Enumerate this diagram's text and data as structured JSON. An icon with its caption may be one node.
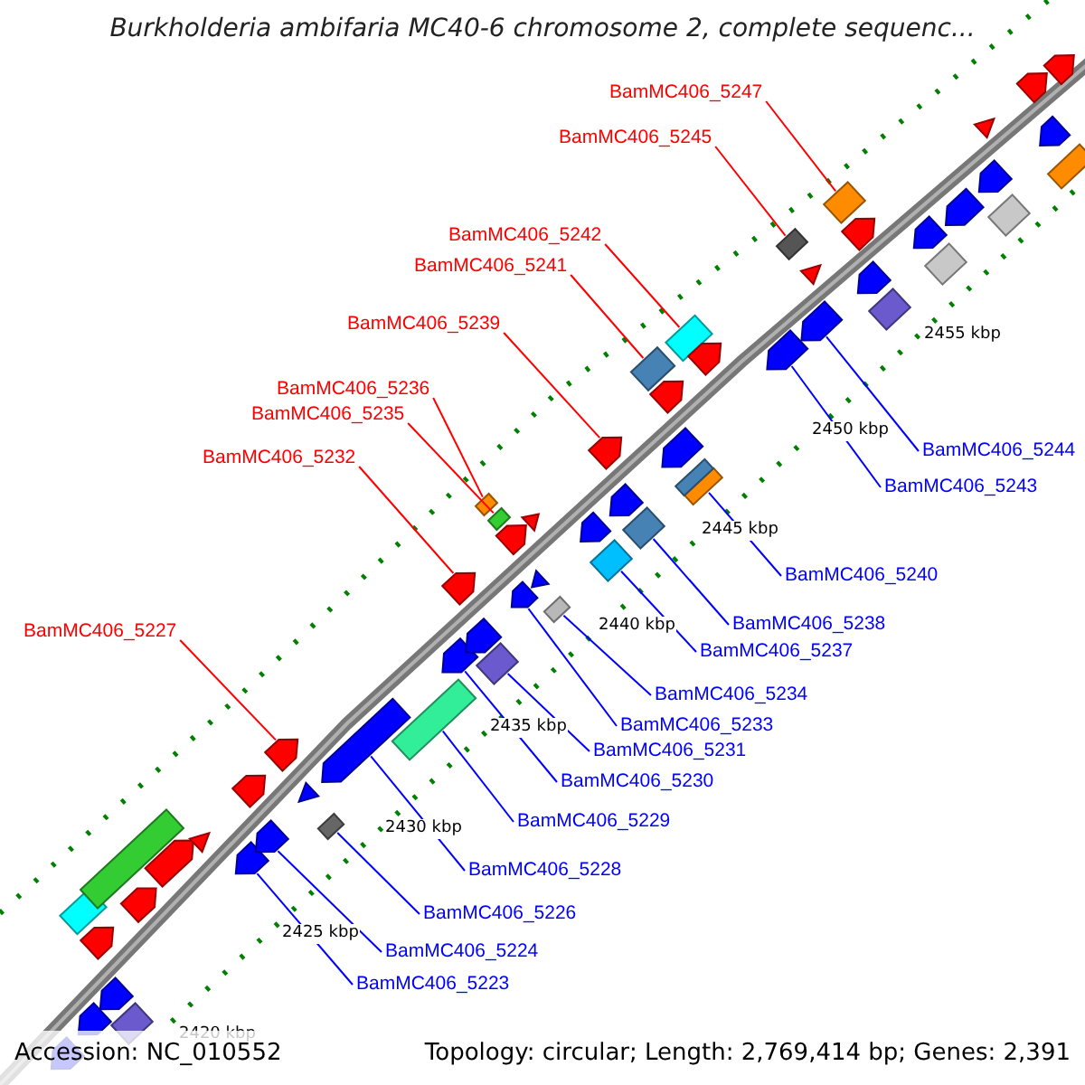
{
  "diagram": {
    "title": "Burkholderia ambifaria MC40-6 chromosome 2, complete sequenc...",
    "nodes": [
      {
        "text": [
          "BamMC406_5247"
        ]
      },
      {
        "text": [
          "BamMC406_5245"
        ]
      },
      {
        "text": [
          "BamMC406_5242"
        ]
      },
      {
        "text": [
          "BamMC406_5241"
        ]
      },
      {
        "text": [
          "BamMC406_5239"
        ]
      },
      {
        "text": [
          "BamMC406_5236"
        ]
      },
      {
        "text": [
          "BamMC406_5235"
        ]
      },
      {
        "text": [
          "BamMC406_5244"
        ]
      },
      {
        "text": [
          "BamMC406_5232"
        ]
      },
      {
        "text": [
          "BamMC406_5243"
        ]
      },
      {
        "text": [
          "BamMC406_5240"
        ]
      },
      {
        "text": [
          "BamMC406_5238"
        ]
      },
      {
        "text": [
          "BamMC406_5227"
        ]
      },
      {
        "text": [
          "BamMC406_5237"
        ]
      },
      {
        "text": [
          "BamMC406_5234"
        ]
      },
      {
        "text": [
          "BamMC406_5233"
        ]
      },
      {
        "text": [
          "BamMC406_5231"
        ]
      },
      {
        "text": [
          "BamMC406_5230"
        ]
      },
      {
        "text": [
          "BamMC406_5229"
        ]
      },
      {
        "text": [
          "BamMC406_5228"
        ]
      },
      {
        "text": [
          "BamMC406_5226"
        ]
      },
      {
        "text": [
          "BamMC406_5224"
        ]
      },
      {
        "text": [
          "BamMC406_5223"
        ]
      },
      {
        "text": [],
        "shape": "arrow"
      },
      {
        "text": [],
        "shape": "arrow"
      },
      {
        "text": [],
        "shape": "arrow"
      },
      {
        "text": [],
        "shape": "box"
      },
      {
        "text": [],
        "shape": "arrow"
      },
      {
        "text": [],
        "shape": "box"
      },
      {
        "text": [],
        "shape": "arrow"
      },
      {
        "text": [],
        "shape": "arrow"
      },
      {
        "text": [],
        "shape": "box"
      },
      {
        "text": [],
        "shape": "box"
      },
      {
        "text": [],
        "shape": "box"
      },
      {
        "text": [],
        "shape": "arrow"
      },
      {
        "text": [],
        "shape": "box"
      },
      {
        "text": [],
        "shape": "arrow"
      },
      {
        "text": [],
        "shape": "box"
      },
      {
        "text": [],
        "shape": "box"
      },
      {
        "text": [],
        "shape": "box"
      },
      {
        "text": [],
        "shape": "box"
      },
      {
        "text": [],
        "shape": "box"
      },
      {
        "text": [],
        "shape": "arrow"
      },
      {
        "text": [],
        "shape": "box"
      },
      {
        "text": [],
        "shape": "arrow"
      },
      {
        "text": [],
        "shape": "box"
      },
      {
        "text": [],
        "shape": "arrow"
      },
      {
        "text": [],
        "shape": "box"
      },
      {
        "text": [],
        "shape": "arrow"
      },
      {
        "text": [],
        "shape": "arrow"
      },
      {
        "text": [],
        "shape": "arrow"
      },
      {
        "text": [],
        "shape": "box"
      },
      {
        "text": [],
        "shape": "box"
      },
      {
        "text": [],
        "shape": "arrow"
      },
      {
        "text": [],
        "shape": "arrow"
      },
      {
        "text": [],
        "shape": "triangle"
      },
      {
        "text": [],
        "shape": "arrow"
      },
      {
        "text": [],
        "shape": "triangle"
      },
      {
        "text": [],
        "shape": "arrow"
      },
      {
        "text": [],
        "shape": "arrow"
      },
      {
        "text": [],
        "shape": "triangle"
      },
      {
        "text": [],
        "shape": "triangle"
      },
      {
        "text": [],
        "shape": "arrow"
      },
      {
        "text": [],
        "shape": "arrow"
      },
      {
        "text": [],
        "shape": "arrow"
      },
      {
        "text": [],
        "shape": "arrow"
      },
      {
        "text": [],
        "shape": "box"
      },
      {
        "text": [],
        "shape": "arrow"
      },
      {
        "text": [],
        "shape": "triangle"
      },
      {
        "text": [],
        "shape": "arrow"
      },
      {
        "text": [],
        "shape": "arrow"
      },
      {
        "text": [],
        "shape": "box"
      },
      {
        "text": [],
        "shape": "arrow"
      },
      {
        "text": [],
        "shape": "box"
      },
      {
        "text": [],
        "shape": "arrow"
      },
      {
        "text": [],
        "shape": "triangle"
      },
      {
        "text": [],
        "shape": "arrow"
      },
      {
        "text": [],
        "shape": "box"
      },
      {
        "text": [],
        "shape": "arrow"
      },
      {
        "text": [],
        "shape": "arrow"
      },
      {
        "text": [],
        "shape": "arrow"
      },
      {
        "text": [],
        "shape": "box"
      }
    ],
    "edges": [
      {
        "from": 0,
        "to": 45,
        "arrow": "none",
        "color": "#ff0000"
      },
      {
        "from": 1,
        "to": 43,
        "arrow": "none",
        "color": "#ff0000"
      },
      {
        "from": 2,
        "to": 40,
        "arrow": "none",
        "color": "#ff0000"
      },
      {
        "from": 3,
        "to": 39,
        "arrow": "none",
        "color": "#ff0000"
      },
      {
        "from": 4,
        "to": 36,
        "arrow": "none",
        "color": "#ff0000"
      },
      {
        "from": 5,
        "to": 31,
        "arrow": "none",
        "color": "#ff0000"
      },
      {
        "from": 6,
        "to": 33,
        "arrow": "none",
        "color": "#ff0000"
      },
      {
        "from": 7,
        "to": 44,
        "arrow": "none"
      },
      {
        "from": 8,
        "to": 29,
        "arrow": "none",
        "color": "#ff0000"
      },
      {
        "from": 9,
        "to": 42,
        "arrow": "none"
      },
      {
        "from": 10,
        "to": 41,
        "arrow": "none"
      },
      {
        "from": 11,
        "to": 38,
        "arrow": "none"
      },
      {
        "from": 12,
        "to": 25,
        "arrow": "none",
        "color": "#ff0000"
      },
      {
        "from": 13,
        "to": 37,
        "arrow": "none"
      },
      {
        "from": 14,
        "to": 35,
        "arrow": "none"
      },
      {
        "from": 15,
        "to": 34,
        "arrow": "none"
      },
      {
        "from": 16,
        "to": 32,
        "arrow": "none"
      },
      {
        "from": 17,
        "to": 30,
        "arrow": "none"
      },
      {
        "from": 18,
        "to": 28,
        "arrow": "none"
      },
      {
        "from": 19,
        "to": 27,
        "arrow": "none"
      },
      {
        "from": 20,
        "to": 26,
        "arrow": "none"
      },
      {
        "from": 21,
        "to": 24,
        "arrow": "none"
      },
      {
        "from": 22,
        "to": 23,
        "arrow": "none"
      }
    ],
    "labels": [
      "2455 kbp",
      "2450 kbp",
      "2445 kbp",
      "2440 kbp",
      "2435 kbp",
      "2430 kbp",
      "2425 kbp",
      "2420 kbp",
      "Accession: NC_010552",
      "Topology: circular; Length: 2,769,414 bp; Genes: 2,391"
    ]
  }
}
